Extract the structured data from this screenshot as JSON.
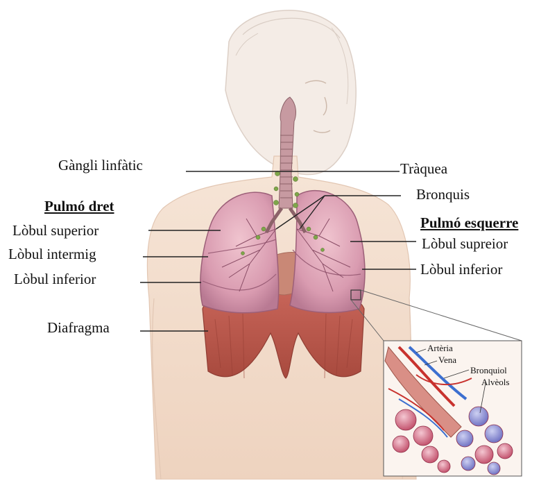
{
  "labels": {
    "lymph_node": "Gàngli linfàtic",
    "trachea": "Tràquea",
    "bronchi": "Bronquis",
    "right_lung_header": "Pulmó dret",
    "left_lung_header": "Pulmó esquerre",
    "right_upper_lobe": "Lòbul superior",
    "right_middle_lobe": "Lòbul intermig",
    "right_lower_lobe": "Lòbul inferior",
    "left_upper_lobe": "Lòbul supreior",
    "left_lower_lobe": "Lòbul inferior",
    "diaphragm": "Diafragma"
  },
  "inset": {
    "artery": "Artèria",
    "vein": "Vena",
    "bronchiole": "Bronquiol",
    "alveoli": "Alvèols"
  },
  "colors": {
    "skin": "#f1dccb",
    "lung": "#d99bb0",
    "diaphragm": "#b9584a",
    "trachea": "#b6868e",
    "lymph": "#7fa64a",
    "leader_line": "#222222",
    "artery": "#c8322e",
    "vein": "#3c6fd0"
  }
}
